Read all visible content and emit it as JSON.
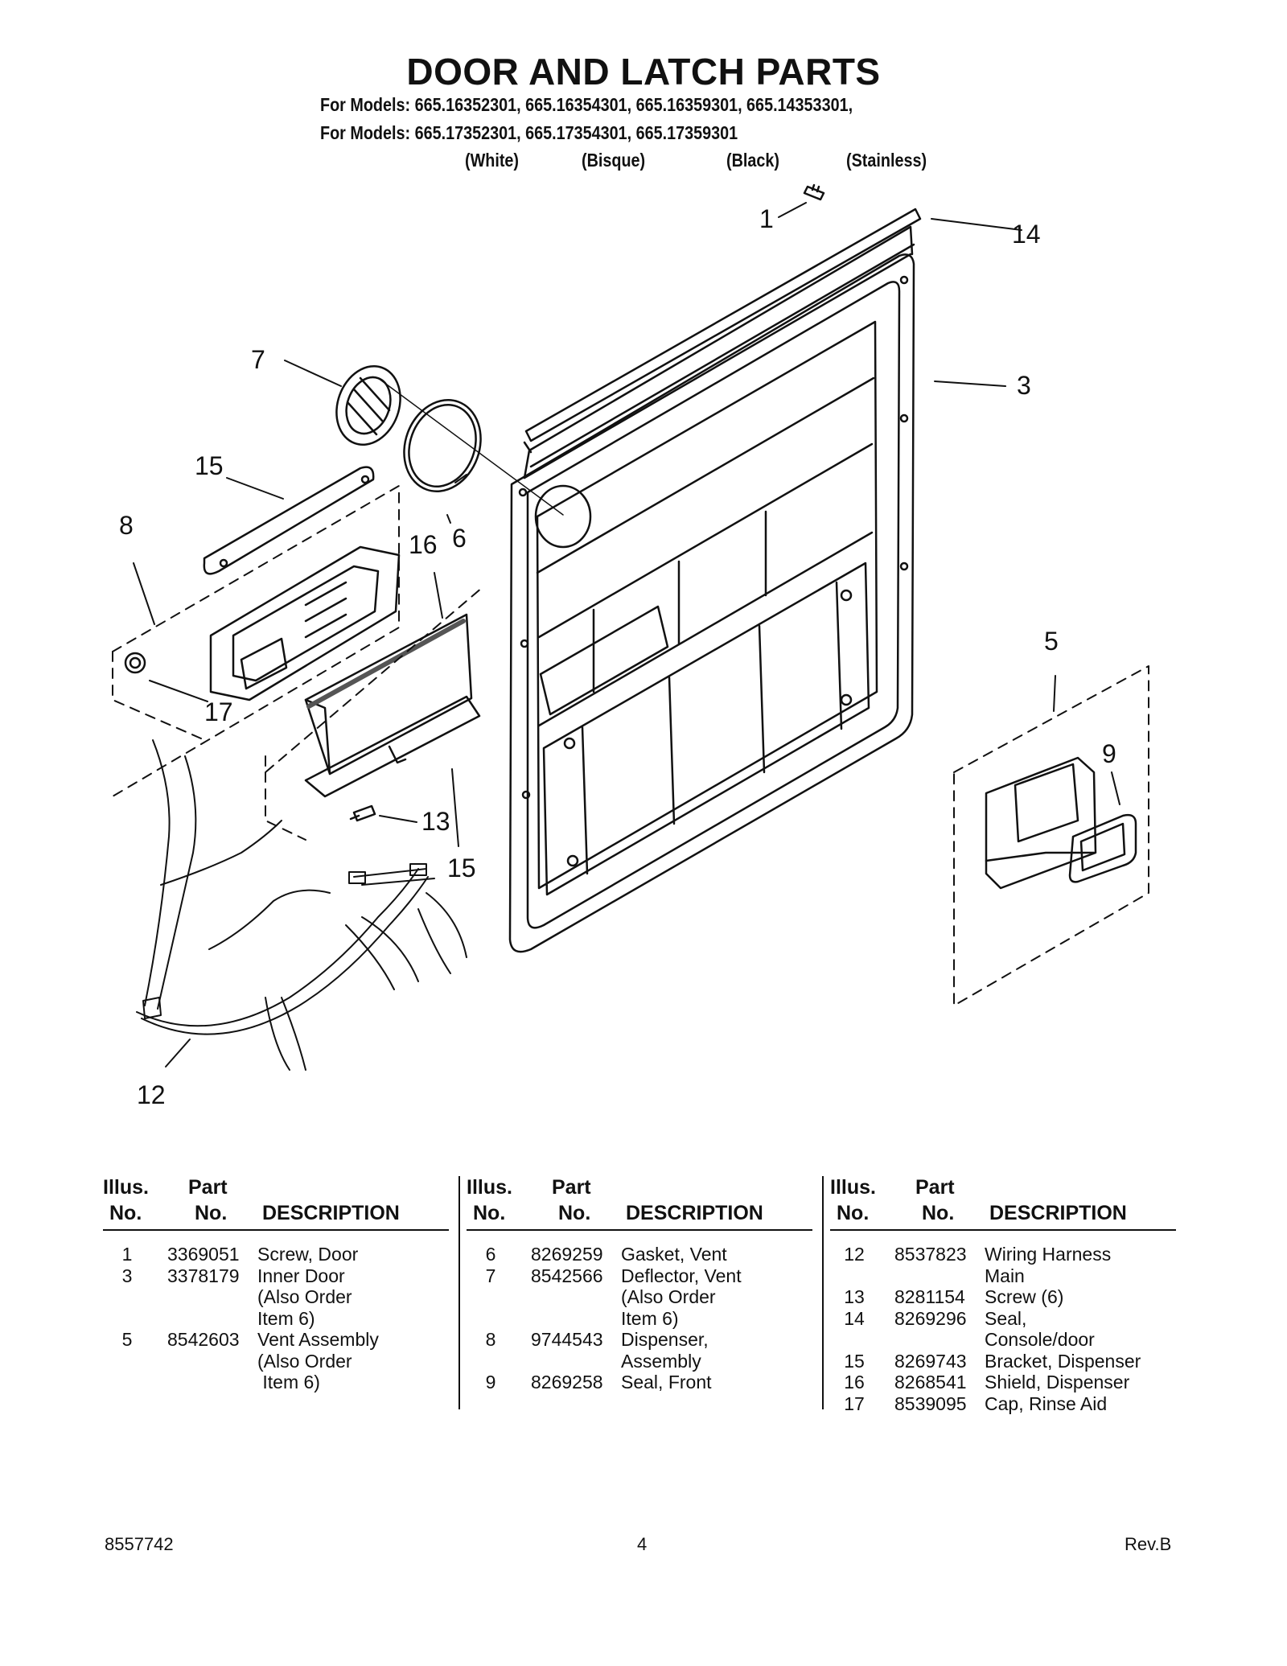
{
  "title": "DOOR AND LATCH PARTS",
  "models_line1": "For Models: 665.16352301, 665.16354301, 665.16359301, 665.14353301,",
  "models_line2": "For Models: 665.17352301, 665.17354301, 665.17359301",
  "colors": [
    "(White)",
    "(Bisque)",
    "(Black)",
    "(Stainless)"
  ],
  "callouts": [
    "1",
    "14",
    "3",
    "7",
    "15",
    "8",
    "16",
    "6",
    "5",
    "9",
    "17",
    "13",
    "15",
    "12"
  ],
  "table_headers": {
    "illus_line1": "Illus.",
    "illus_line2": "No.",
    "part_line1": "Part",
    "part_line2": "No.",
    "description": "DESCRIPTION"
  },
  "tables": [
    [
      {
        "illus": "1",
        "part": "3369051",
        "desc": [
          "Screw, Door"
        ]
      },
      {
        "illus": "3",
        "part": "3378179",
        "desc": [
          "Inner Door",
          "(Also Order",
          "Item 6)"
        ]
      },
      {
        "illus": "5",
        "part": "8542603",
        "desc": [
          "Vent Assembly",
          "(Also Order",
          " Item 6)"
        ]
      }
    ],
    [
      {
        "illus": "6",
        "part": "8269259",
        "desc": [
          "Gasket, Vent"
        ]
      },
      {
        "illus": "7",
        "part": "8542566",
        "desc": [
          "Deflector, Vent",
          "(Also Order",
          "Item 6)"
        ]
      },
      {
        "illus": "8",
        "part": "9744543",
        "desc": [
          "Dispenser,",
          "Assembly"
        ]
      },
      {
        "illus": "9",
        "part": "8269258",
        "desc": [
          "Seal, Front"
        ]
      }
    ],
    [
      {
        "illus": "12",
        "part": "8537823",
        "desc": [
          "Wiring Harness",
          "Main"
        ]
      },
      {
        "illus": "13",
        "part": "8281154",
        "desc": [
          "Screw (6)"
        ]
      },
      {
        "illus": "14",
        "part": "8269296",
        "desc": [
          "Seal,",
          "Console/door"
        ]
      },
      {
        "illus": "15",
        "part": "8269743",
        "desc": [
          "Bracket, Dispenser"
        ]
      },
      {
        "illus": "16",
        "part": "8268541",
        "desc": [
          "Shield, Dispenser"
        ]
      },
      {
        "illus": "17",
        "part": "8539095",
        "desc": [
          "Cap, Rinse Aid"
        ]
      }
    ]
  ],
  "footer": {
    "doc_number": "8557742",
    "page": "4",
    "revision": "Rev.B"
  }
}
